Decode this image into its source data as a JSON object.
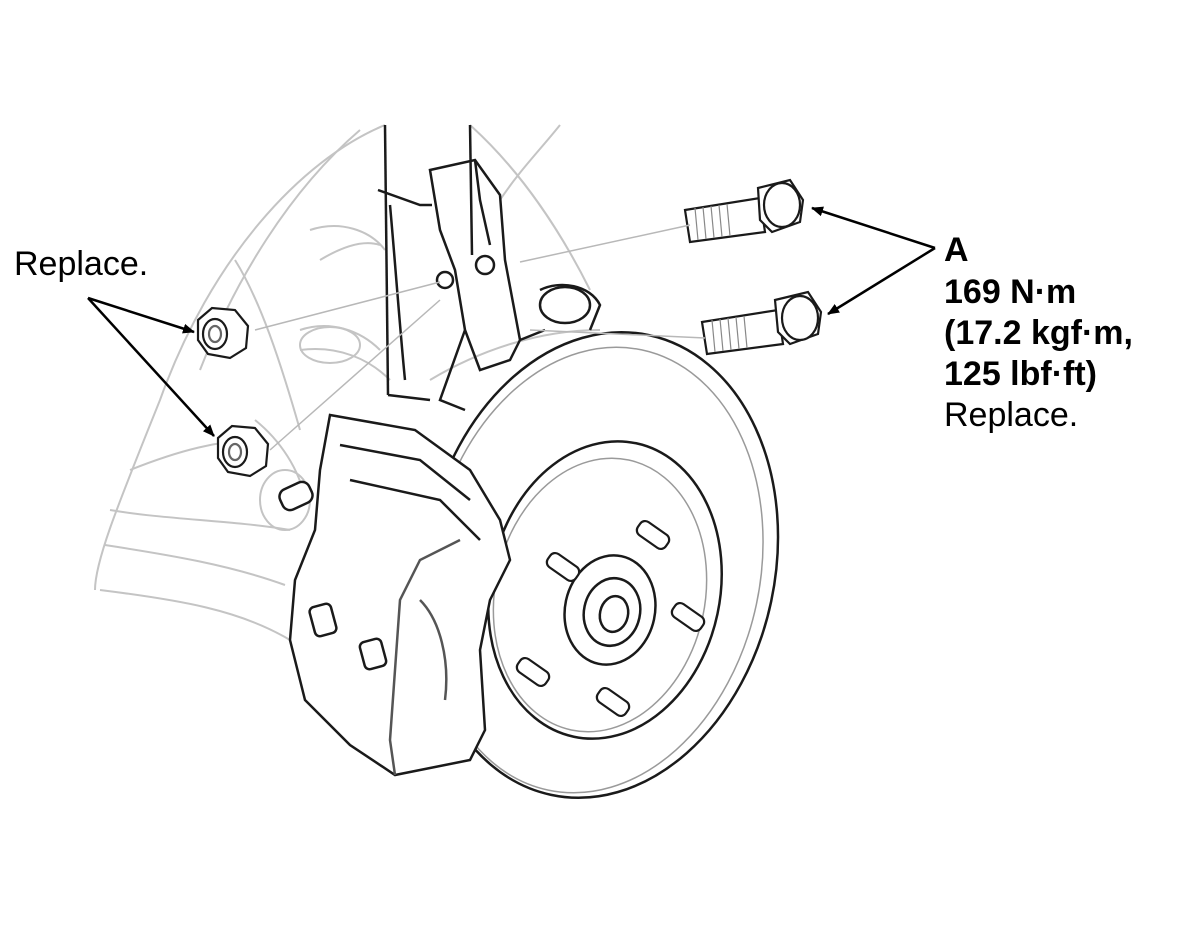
{
  "left_callout": {
    "text": "Replace."
  },
  "right_callout": {
    "letter": "A",
    "torque_nm": "169 N·m",
    "torque_kgf": "(17.2 kgf·m,",
    "torque_lbf": "125 lbf·ft)",
    "note": "Replace."
  },
  "colors": {
    "ink": "#1a1a1a",
    "faint": "#bdbdbd",
    "mid": "#7a7a7a"
  }
}
